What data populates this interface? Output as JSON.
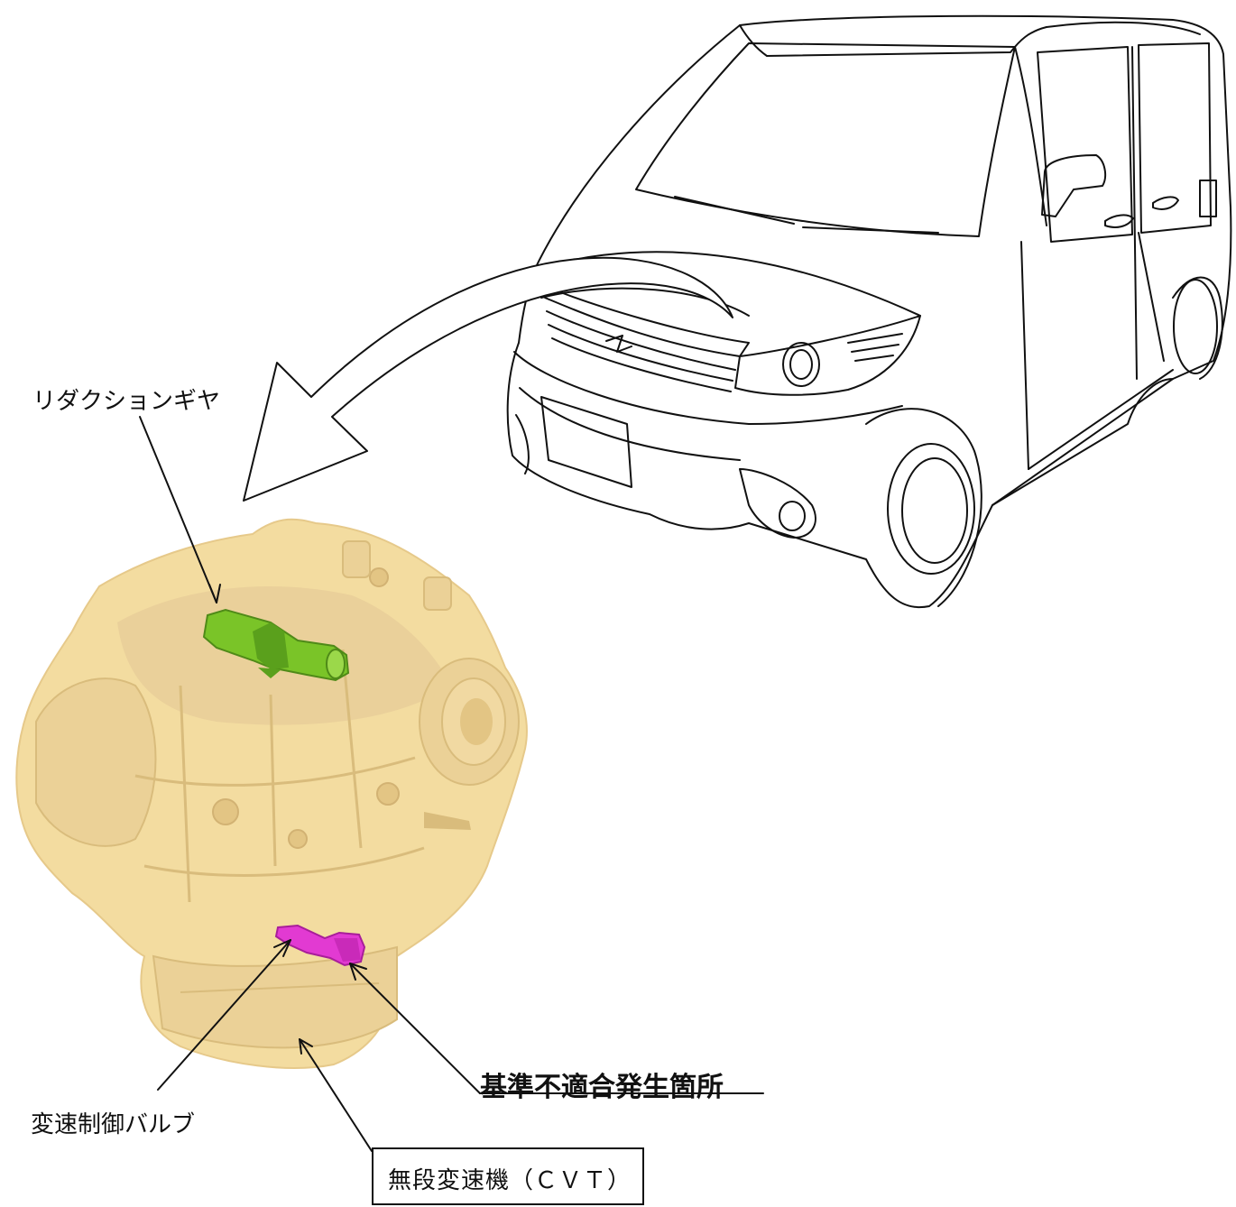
{
  "labels": {
    "reduction_gear": "リダクションギヤ",
    "shift_control_valve": "変速制御バルブ",
    "nonconformity_location": "基準不適合発生箇所",
    "cvt": "無段変速機（ＣＶＴ）"
  },
  "colors": {
    "transmission_body": "#f3dca0",
    "transmission_shade": "#e3c584",
    "reduction_gear_part": "#7ac428",
    "valve_part": "#e23ad2",
    "line": "#111111"
  },
  "icons": {
    "vehicle": "kei-car-line-drawing",
    "transmission": "cvt-unit-illustration",
    "arrow": "curved-hollow-arrow"
  }
}
